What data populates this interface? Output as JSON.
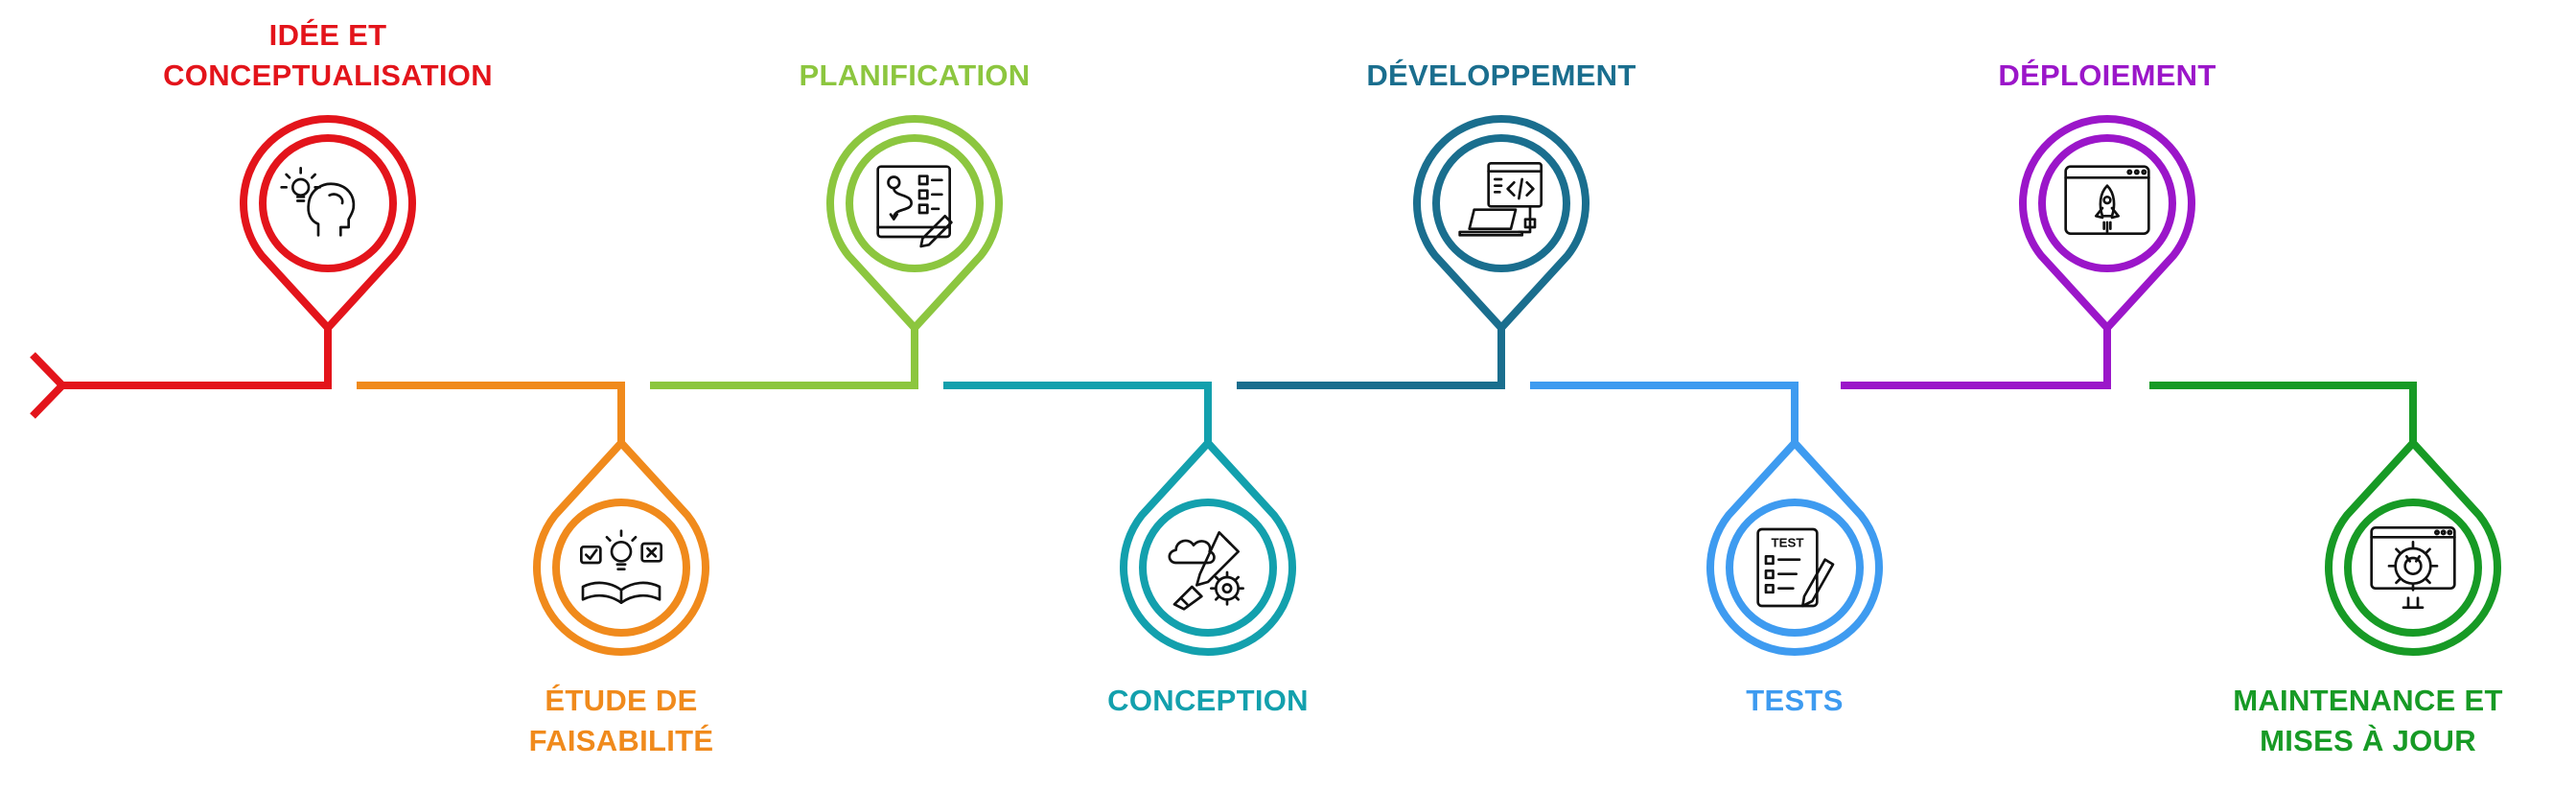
{
  "diagram": {
    "type": "timeline",
    "steps": [
      {
        "label": "IDÉE ET\nCONCEPTUALISATION",
        "color": "#e3141b",
        "icon": "idea-head-icon"
      },
      {
        "label": "ÉTUDE DE\nFAISABILITÉ",
        "color": "#f08a1c",
        "icon": "open-book-ideas-icon"
      },
      {
        "label": "PLANIFICATION",
        "color": "#8cc63f",
        "icon": "planning-board-icon"
      },
      {
        "label": "CONCEPTION",
        "color": "#13a0ad",
        "icon": "design-tools-icon"
      },
      {
        "label": "DÉVELOPPEMENT",
        "color": "#1a6e8e",
        "icon": "laptop-code-icon"
      },
      {
        "label": "TESTS",
        "color": "#3e9bf0",
        "icon": "test-checklist-icon"
      },
      {
        "label": "DÉPLOIEMENT",
        "color": "#9b16c9",
        "icon": "rocket-launch-icon"
      },
      {
        "label": "MAINTENANCE ET\nMISES À JOUR",
        "color": "#179a25",
        "icon": "gear-maintenance-icon"
      }
    ]
  }
}
